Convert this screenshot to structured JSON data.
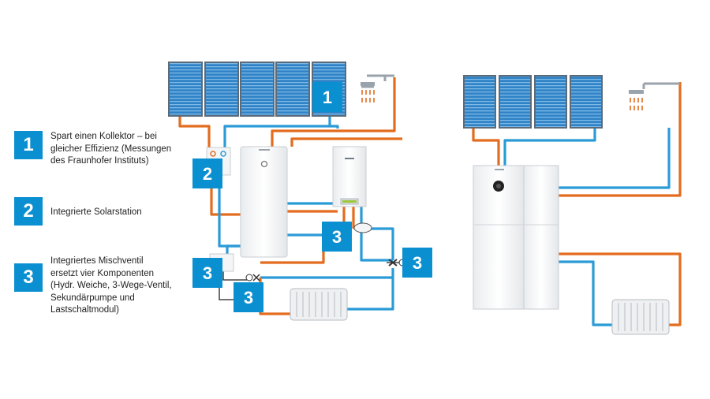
{
  "colors": {
    "badge": "#0A8FD0",
    "hot_pipe": "#E36C1F",
    "cold_pipe": "#2B9BD6",
    "control_line": "#222222",
    "collector_fill": "#2F83C6",
    "collector_frame": "#5C6B7A",
    "unit_fill": "#F4F5F6",
    "unit_stroke": "#C9CDD2"
  },
  "icons": [
    "solar-collector-icon",
    "shower-icon",
    "storage-tank-icon",
    "boiler-icon",
    "radiator-icon",
    "heat-pump-unit-icon",
    "mixing-valve-icon"
  ],
  "legend": [
    {
      "number": "1",
      "text": "Spart einen Kollektor – bei\ngleicher Effizienz (Messungen\ndes Fraunhofer Instituts)"
    },
    {
      "number": "2",
      "text": "Integrierte Solarstation"
    },
    {
      "number": "3",
      "text": "Integriertes Mischventil\nersetzt vier Komponenten\n(Hydr. Weiche, 3-Wege-Ventil,\nSekundärpumpe und\nLastschaltmodul)"
    }
  ],
  "diagram_badges": [
    "1",
    "2",
    "3",
    "3",
    "3",
    "3"
  ]
}
